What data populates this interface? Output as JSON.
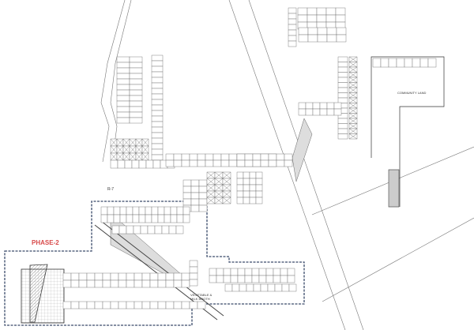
{
  "labels": {
    "phase": "PHASE-2",
    "community": "COMMUNITY LAND",
    "road": "R-7",
    "booth": "VEGETABLE & MILK BOOTH"
  },
  "colors": {
    "phase_label": "#d84a4a",
    "lines": "#555555",
    "boundary": "#3a4a6a",
    "shade": "#cccccc"
  }
}
